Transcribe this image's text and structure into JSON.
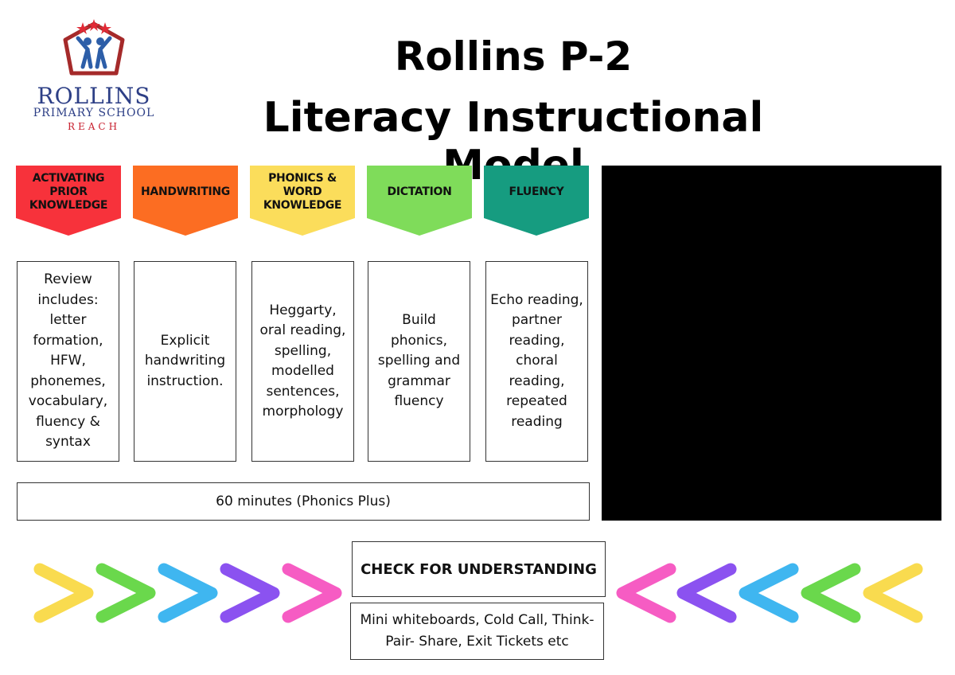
{
  "logo": {
    "name": "ROLLINS",
    "subtitle": "PRIMARY SCHOOL",
    "motto": "REACH"
  },
  "title": {
    "line1": "Rollins P-2",
    "line2": "Literacy Instructional Model"
  },
  "stages": [
    {
      "label": "ACTIVATING PRIOR KNOWLEDGE",
      "color": "#f7323b",
      "description": "Review includes: letter formation, HFW, phonemes, vocabulary, fluency & syntax"
    },
    {
      "label": "HANDWRITING",
      "color": "#fc6d22",
      "description": "Explicit handwriting instruction."
    },
    {
      "label": "PHONICS & WORD KNOWLEDGE",
      "color": "#fbdd5b",
      "description": "Heggarty, oral reading, spelling, modelled sentences, morphology"
    },
    {
      "label": "DICTATION",
      "color": "#7fdc5a",
      "description": "Build phonics, spelling and grammar fluency"
    },
    {
      "label": "FLUENCY",
      "color": "#169c80",
      "description": "Echo reading, partner reading, choral reading, repeated reading"
    }
  ],
  "duration": "60 minutes (Phonics Plus)",
  "check_for_understanding": {
    "heading": "CHECK FOR UNDERSTANDING",
    "examples": "Mini whiteboards, Cold Call, Think- Pair- Share, Exit Tickets etc"
  },
  "arrow_colors": {
    "left_group": [
      "#f9db4f",
      "#6ad84c",
      "#3fb6f0",
      "#8b52f0",
      "#f65cc3"
    ],
    "right_group": [
      "#f65cc3",
      "#8b52f0",
      "#3fb6f0",
      "#6ad84c",
      "#f9db4f"
    ]
  }
}
